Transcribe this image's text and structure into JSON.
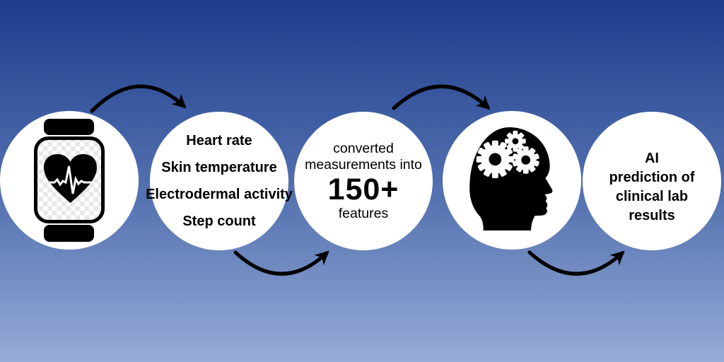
{
  "steps": [
    {
      "id": "smartwatch",
      "icon": "smartwatch-heart-icon"
    },
    {
      "id": "measurements",
      "lines": [
        "Heart rate",
        "Skin temperature",
        "Electrodermal activity",
        "Step count"
      ]
    },
    {
      "id": "feature-extraction",
      "line1": "converted",
      "line2": "measurements into",
      "highlight": "150+",
      "line3": "features"
    },
    {
      "id": "ai-processing",
      "icon": "head-gears-icon"
    },
    {
      "id": "ai-prediction",
      "lines": [
        "AI",
        "prediction of",
        "clinical lab",
        "results"
      ]
    }
  ],
  "colors": {
    "background_top": "#1c3d8c",
    "background_bottom": "#96abd7",
    "circle": "#ffffff",
    "icon": "#000000",
    "text": "#000000",
    "arrow": "#000000"
  }
}
